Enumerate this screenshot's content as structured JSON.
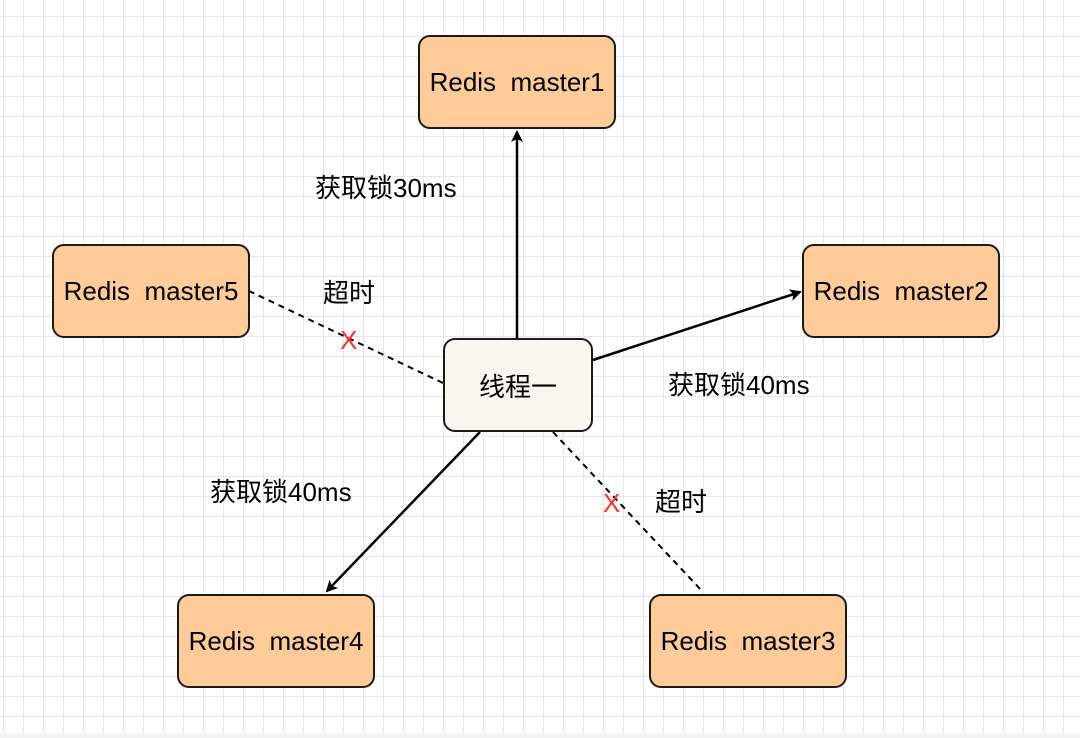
{
  "diagram": {
    "thread": {
      "label": "线程一"
    },
    "masters": [
      {
        "id": "m1",
        "label": "Redis  master1"
      },
      {
        "id": "m2",
        "label": "Redis  master2"
      },
      {
        "id": "m3",
        "label": "Redis  master3"
      },
      {
        "id": "m4",
        "label": "Redis  master4"
      },
      {
        "id": "m5",
        "label": "Redis  master5"
      }
    ],
    "edges": [
      {
        "to": "m1",
        "status": "acquired",
        "label": "获取锁30ms"
      },
      {
        "to": "m2",
        "status": "acquired",
        "label": "获取锁40ms"
      },
      {
        "to": "m3",
        "status": "timeout",
        "label": "超时",
        "mark": "X"
      },
      {
        "to": "m4",
        "status": "acquired",
        "label": "获取锁40ms"
      },
      {
        "to": "m5",
        "status": "timeout",
        "label": "超时",
        "mark": "X"
      }
    ],
    "colors": {
      "master_fill": "#ffcc99",
      "thread_fill": "#f9f7ed",
      "stroke": "#1a1a1a",
      "timeout_mark": "#ff3333",
      "grid": "#e6e6e6"
    }
  }
}
